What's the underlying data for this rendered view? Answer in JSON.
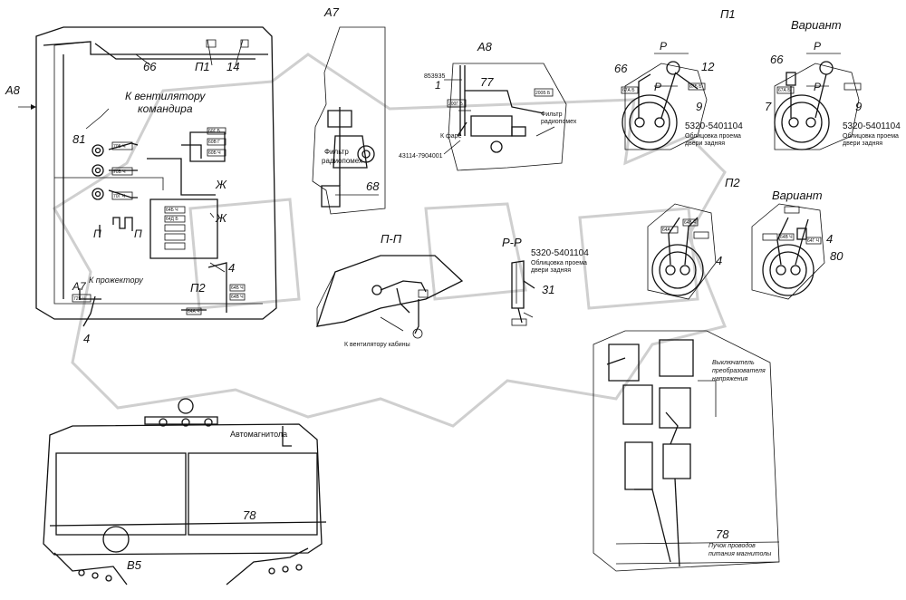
{
  "labels": {
    "a8_arrow": "А8",
    "p_left_top": "П1",
    "n66_top": "66",
    "n14_top": "14",
    "fan_commander_line1": "К вентилятору",
    "fan_commander_line2": "командира",
    "n81": "81",
    "p_left": "П",
    "p_right": "П",
    "zh1": "Ж",
    "zh2": "Ж",
    "n4_mid": "4",
    "p2_left": "П2",
    "a7_left": "А7",
    "projector": "К прожектору",
    "n4_bottom": "4",
    "a7_title": "А7",
    "radio_filter_line1": "Фильтр",
    "radio_filter_line2": "радиопомех",
    "n68": "68",
    "a8_title": "А8",
    "code_853935": "853935",
    "n1": "1",
    "n77": "77",
    "to_headlight": "К фаре",
    "code_43114": "43114-7904001",
    "a8_filter_line1": "Фильтр",
    "a8_filter_line2": "радиопомех",
    "pp_title": "П-П",
    "fan_cabin": "К вентилятору кабины",
    "rr_title": "Р-Р",
    "rr_part": "5320-5401104",
    "rr_desc_line1": "Облицовка проема",
    "rr_desc_line2": "двери задняя",
    "n31": "31",
    "p1_title": "П1",
    "p1_p_top": "Р",
    "p1_66": "66",
    "p1_12": "12",
    "p1_p_mid": "Р",
    "p1_9": "9",
    "p1_part": "5320-5401104",
    "p1_desc_line1": "Облицовка проема",
    "p1_desc_line2": "двери задняя",
    "var1_title": "Вариант",
    "var1_p_top": "Р",
    "var1_66": "66",
    "var1_p_mid": "Р",
    "var1_7": "7",
    "var1_9": "9",
    "var1_part": "5320-5401104",
    "var1_desc_line1": "Облицовка проема",
    "var1_desc_line2": "двери задняя",
    "p2_title": "П2",
    "p2_4": "4",
    "var2_title": "Вариант",
    "var2_4": "4",
    "var2_80": "80",
    "switches_line1": "Выключатель",
    "switches_line2": "преобразователя",
    "switches_line3": "напряжения",
    "n78_right": "78",
    "bundle_line1": "Пучок проводов",
    "bundle_line2": "питания магнитолы",
    "car_radio": "Автомагнитола",
    "n78_bottom": "78",
    "b5": "В5"
  },
  "connector_tags": [
    "70Б Ч",
    "70В Ч",
    "70Г Ч",
    "60Г Б",
    "60В Г",
    "60Б Ч",
    "64Б Ч",
    "64Д Б",
    "72Б Ч",
    "64Б Ч",
    "64В Ч",
    "64А Ч",
    "200Г Б",
    "200Б Б",
    "67А Б",
    "67Б Б",
    "67А Б",
    "64А",
    "64Б Ч",
    "64Г Ч",
    "64В Ч"
  ]
}
